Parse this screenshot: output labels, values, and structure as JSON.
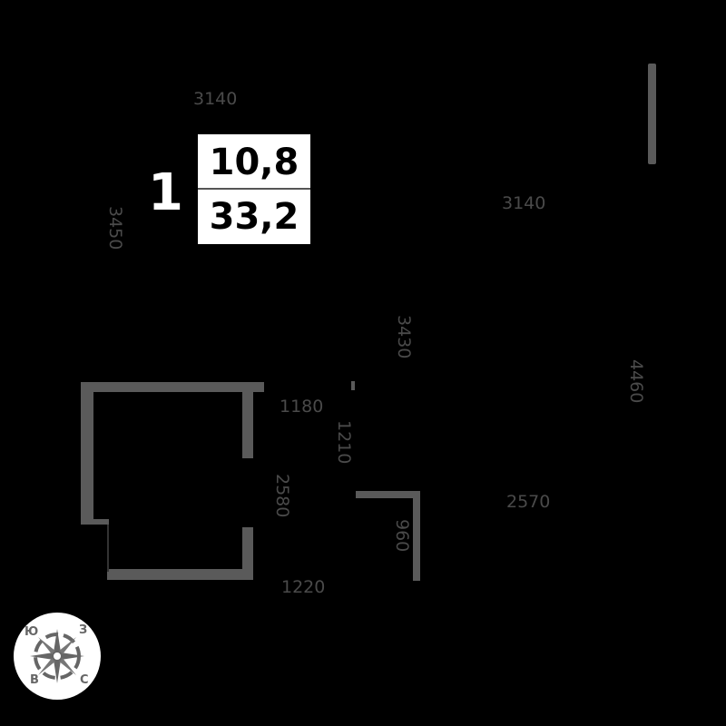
{
  "apartment": {
    "room_number": "1",
    "living_area": "10,8",
    "total_area": "33,2"
  },
  "dimensions": {
    "top_left_width": "3140",
    "left_height": "3450",
    "top_right_width": "3140",
    "center_height": "3430",
    "right_height": "4460",
    "bath_top_width": "1180",
    "corridor_height": "1210",
    "bath_height": "2580",
    "right_lower_width": "2570",
    "small_wall_height": "960",
    "bath_bottom_width": "1220"
  },
  "compass": {
    "labels": {
      "sw": "Ю",
      "ne": "З",
      "bl": "В",
      "br": "С"
    }
  },
  "colors": {
    "background": "#000000",
    "walls": "#5a5a5a",
    "dimension_text": "#4a4a4a",
    "info_box": "#ffffff"
  }
}
